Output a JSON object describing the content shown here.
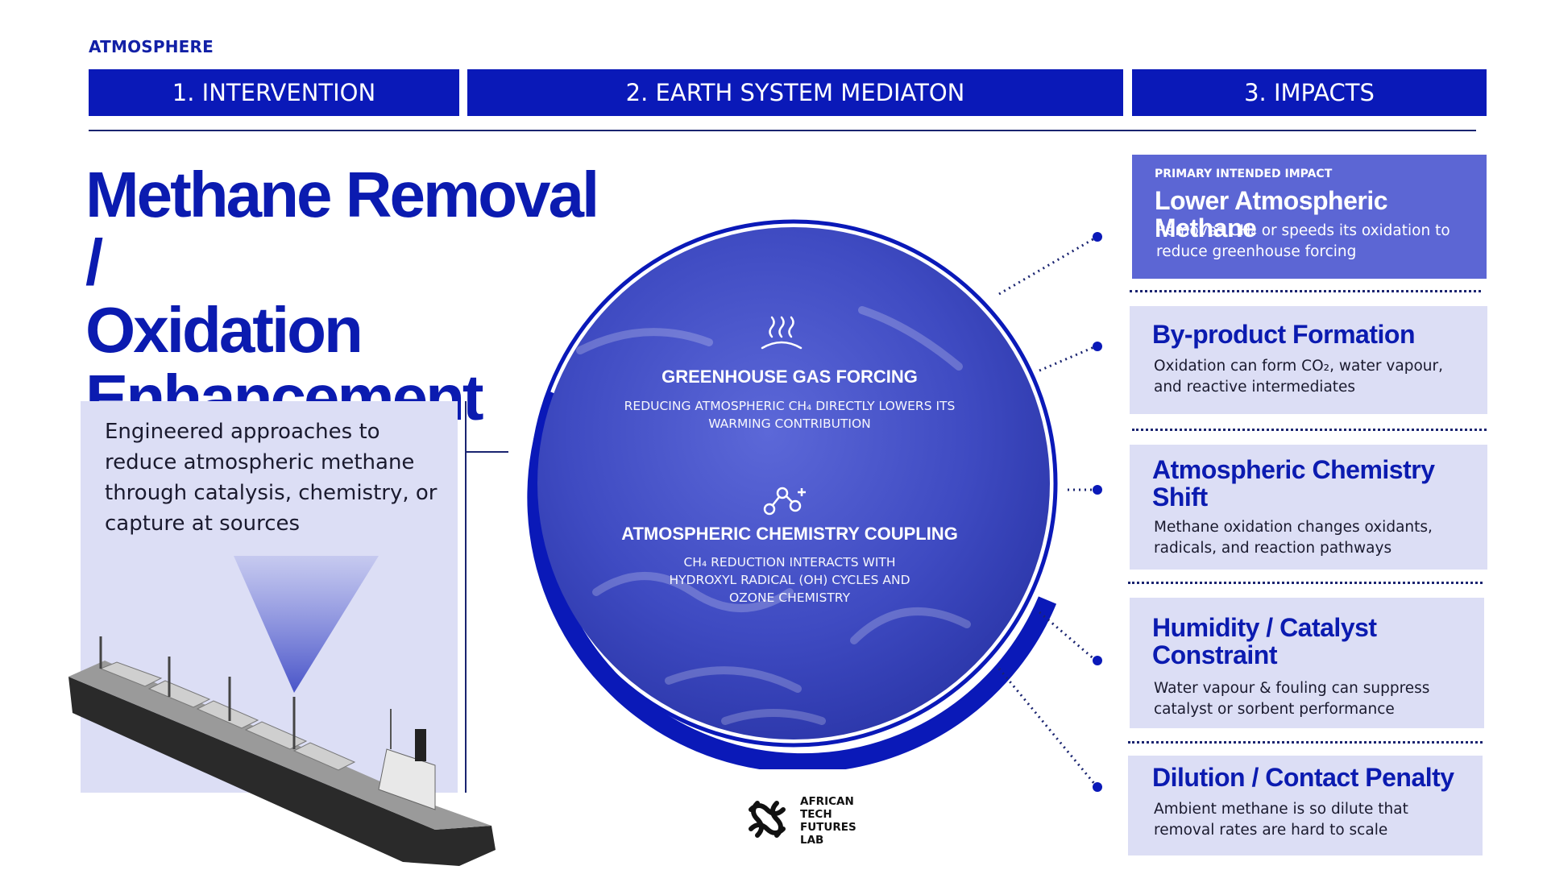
{
  "category": "ATMOSPHERE",
  "headers": {
    "intervention": "1. INTERVENTION",
    "mediation": "2. EARTH SYSTEM MEDIATON",
    "impacts": "3. IMPACTS"
  },
  "title": {
    "line1": "Methane Removal /",
    "line2": "Oxidation",
    "line3": "Enhancement"
  },
  "description": "Engineered approaches to reduce atmospheric methane through catalysis, chemistry, or capture at sources",
  "mediation": {
    "item1": {
      "title": "GREENHOUSE GAS FORCING",
      "line1": "REDUCING ATMOSPHERIC CH₄ DIRECTLY LOWERS ITS",
      "line2": "WARMING CONTRIBUTION",
      "icon": "heat-waves-icon"
    },
    "item2": {
      "title": "ATMOSPHERIC CHEMISTRY COUPLING",
      "line1": "CH₄ REDUCTION INTERACTS WITH",
      "line2": "HYDROXYL RADICAL (OH) CYCLES AND",
      "line3": "OZONE CHEMISTRY",
      "icon": "molecule-network-icon"
    }
  },
  "impacts": [
    {
      "kicker": "PRIMARY INTENDED IMPACT",
      "title": "Lower Atmospheric Methane",
      "line1": "Removes CH₄ or speeds its oxidation to",
      "line2": "reduce greenhouse forcing"
    },
    {
      "title": "By-product Formation",
      "line1": "Oxidation can form CO₂, water vapour,",
      "line2": "and reactive intermediates"
    },
    {
      "title_line1": "Atmospheric Chemistry",
      "title_line2": "Shift",
      "line1": "Methane oxidation changes oxidants,",
      "line2": "radicals, and reaction pathways"
    },
    {
      "title_line1": "Humidity / Catalyst",
      "title_line2": "Constraint",
      "line1": "Water vapour & fouling can suppress",
      "line2": "catalyst or sorbent performance"
    },
    {
      "title": "Dilution / Contact Penalty",
      "line1": "Ambient methane is so dilute that",
      "line2": "removal rates are hard to scale"
    }
  ],
  "logo": {
    "line1": "AFRICAN",
    "line2": "TECH",
    "line3": "FUTURES",
    "line4": "LAB"
  },
  "colors": {
    "header_blue": "#0a19b8",
    "title_blue": "#0b1bb0",
    "card_light": "#dcdef5",
    "card_primary": "#5c66d4",
    "earth_blue": "#3f4bc2"
  }
}
